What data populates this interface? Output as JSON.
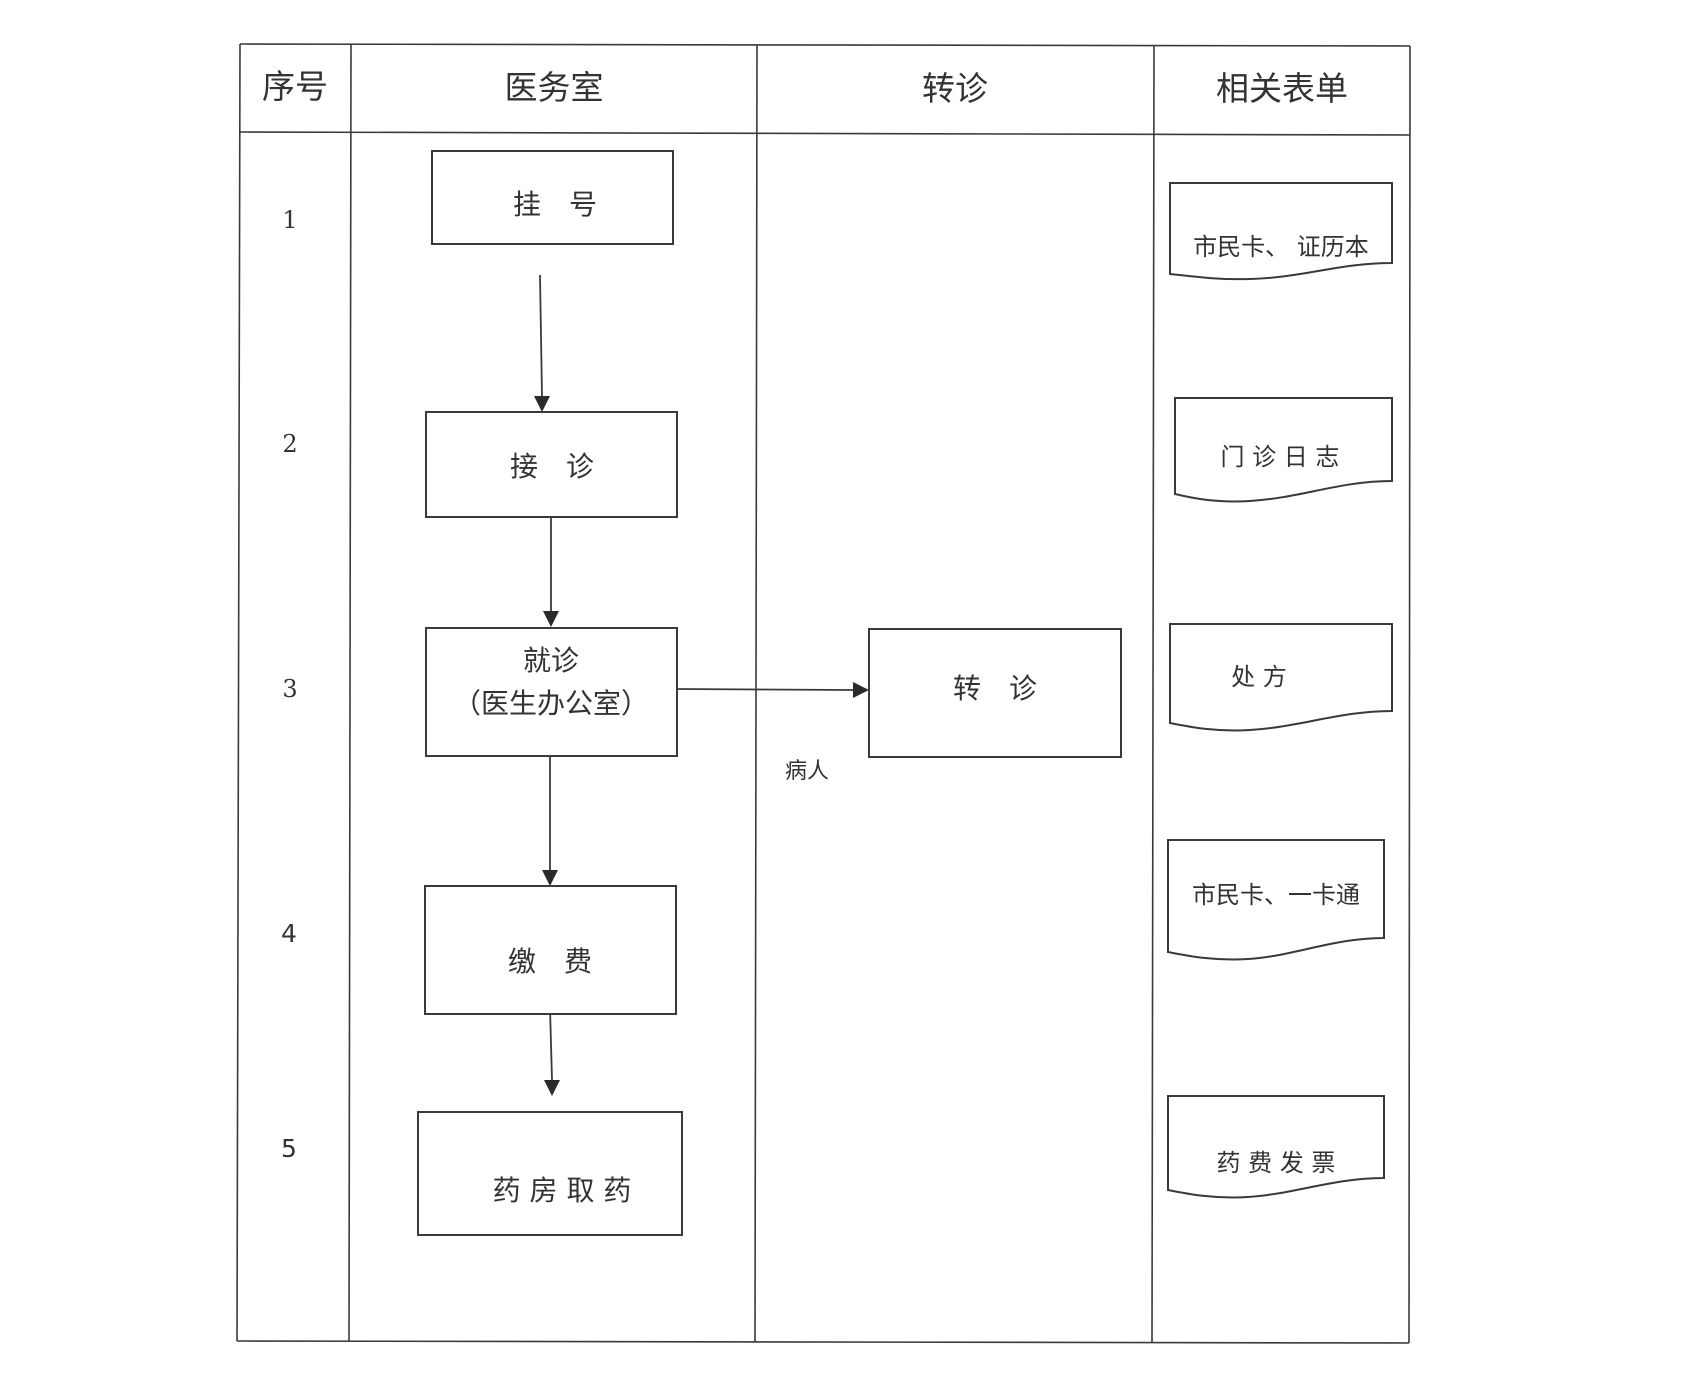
{
  "headers": {
    "seq": "序号",
    "office": "医务室",
    "referral": "转诊",
    "forms": "相关表单"
  },
  "row_numbers": [
    "1",
    "2",
    "3",
    "4",
    "5"
  ],
  "steps": {
    "register": "挂　号",
    "reception": "接　诊",
    "visit_line1": "就诊",
    "visit_line2": "（医生办公室）",
    "payment": "缴　费",
    "pharmacy": "药 房 取 药"
  },
  "referral_step": "转　诊",
  "connector_label": "病人",
  "forms": [
    "市民卡、 证历本",
    "门 诊 日 志",
    "处 方",
    "市民卡、一卡通",
    "药 费 发 票"
  ]
}
